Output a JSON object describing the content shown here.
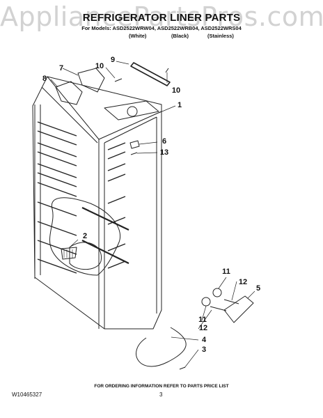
{
  "watermark": "AppliancePartsPros.com",
  "header": {
    "title": "REFRIGERATOR LINER PARTS",
    "models_line": "For Models: ASD2522WRW04, ASD2522WRB04, ASD2522WRS04",
    "variants": [
      "(White)",
      "(Black)",
      "(Stainless)"
    ]
  },
  "callouts": [
    "9",
    "10",
    "7",
    "8",
    "10",
    "1",
    "6",
    "13",
    "2",
    "11",
    "12",
    "5",
    "11",
    "12",
    "4",
    "3"
  ],
  "footer": {
    "ordering_note": "FOR ORDERING INFORMATION REFER TO PARTS PRICE LIST",
    "document_number": "W10465327",
    "page_number": "3"
  }
}
